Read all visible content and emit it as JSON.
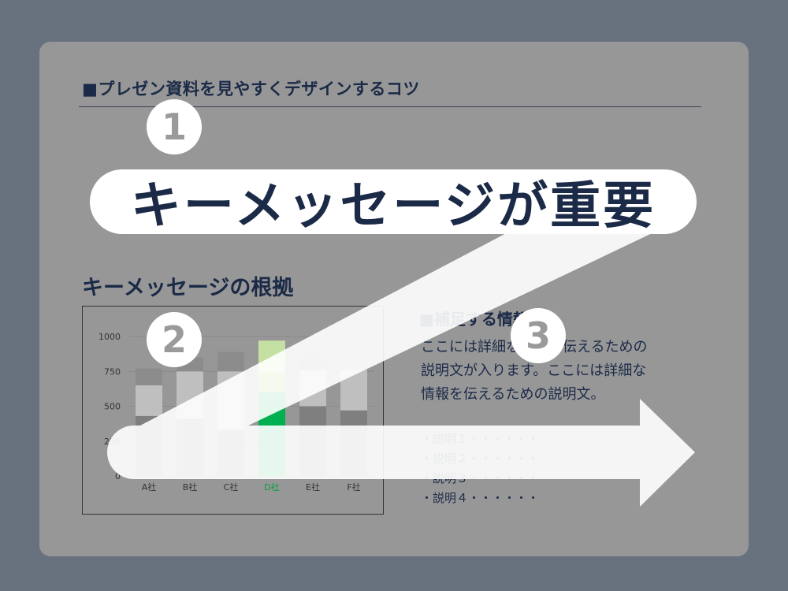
{
  "header": {
    "title": "■プレゼン資料を見やすくデザインするコツ"
  },
  "badges": [
    "1",
    "2",
    "3"
  ],
  "key_message": "キーメッセージが重要",
  "basis": {
    "title": "キーメッセージの根拠"
  },
  "chart_data": {
    "type": "bar",
    "stacked": true,
    "categories": [
      "A社",
      "B社",
      "C社",
      "D社",
      "E社",
      "F社"
    ],
    "highlight_category": "D社",
    "y_ticks": [
      0,
      250,
      500,
      750,
      1000
    ],
    "ylim": [
      0,
      1000
    ],
    "grid": true,
    "series": [
      {
        "values": [
          430,
          410,
          330,
          600,
          500,
          470
        ]
      },
      {
        "values": [
          220,
          340,
          420,
          140,
          260,
          290
        ]
      },
      {
        "values": [
          120,
          100,
          140,
          230,
          110,
          0
        ]
      }
    ],
    "colors": {
      "highlight": [
        "#00b050",
        "#92d050",
        "#c5e0a3"
      ],
      "normal": [
        "#7f7f7f",
        "#bfbfbf",
        "#8c8c8c"
      ],
      "highlight_label": "#00a040"
    }
  },
  "supplement": {
    "title": "■補足する情報",
    "body": "ここには詳細な情報を伝えるための\n説明文が入ります。ここには詳細な\n情報を伝えるための説明文。"
  },
  "bullets": [
    "・説明１・・・・・・",
    "・説明２・・・・・・",
    "・説明３・・・・・・",
    "・説明４・・・・・・"
  ]
}
